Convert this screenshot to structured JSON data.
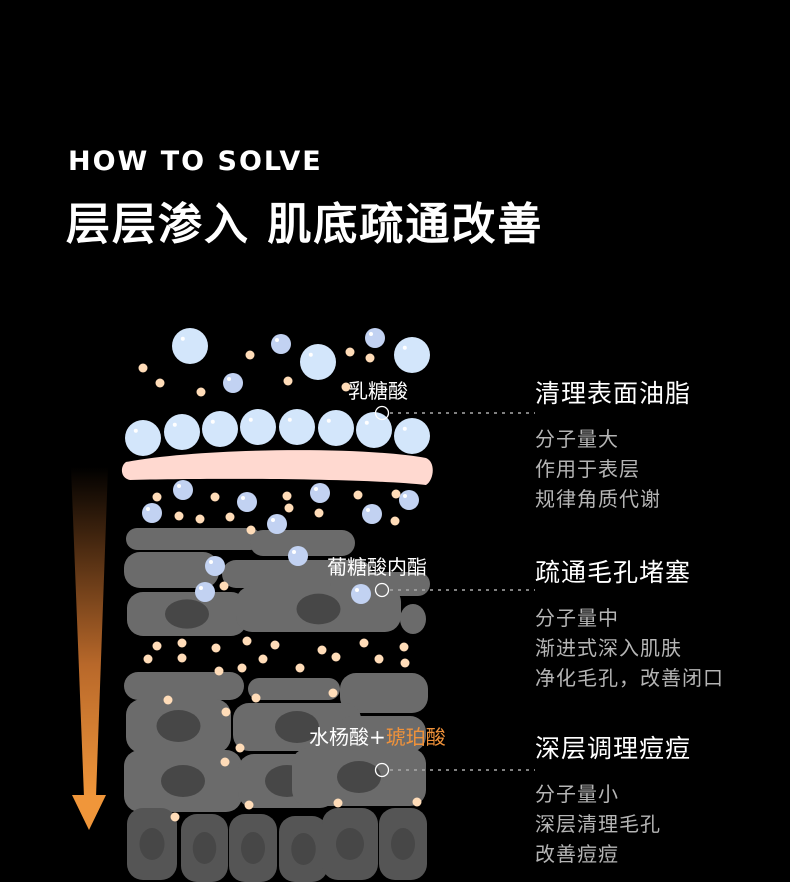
{
  "header": {
    "eyebrow": "HOW TO SOLVE",
    "title": "层层渗入 肌底疏通改善"
  },
  "labels": [
    {
      "text": "乳糖酸"
    },
    {
      "text": "葡糖酸内酯"
    },
    {
      "text": "水杨酸",
      "plus": "+",
      "highlight": "琥珀酸"
    }
  ],
  "sections": [
    {
      "title": "清理表面油脂",
      "lines": [
        "分子量大",
        "作用于表层",
        "规律角质代谢"
      ]
    },
    {
      "title": "疏通毛孔堵塞",
      "lines": [
        "分子量中",
        "渐进式深入肌肤",
        "净化毛孔，改善闭口"
      ]
    },
    {
      "title": "深层调理痘痘",
      "lines": [
        "分子量小",
        "深层清理毛孔",
        "改善痘痘"
      ]
    }
  ],
  "colors": {
    "accent": "#f0923a",
    "bubble": "#d3e6fb",
    "dot": "#ffdcb8",
    "skin": "#ffd9d0",
    "cell": "#6b6b6b"
  }
}
